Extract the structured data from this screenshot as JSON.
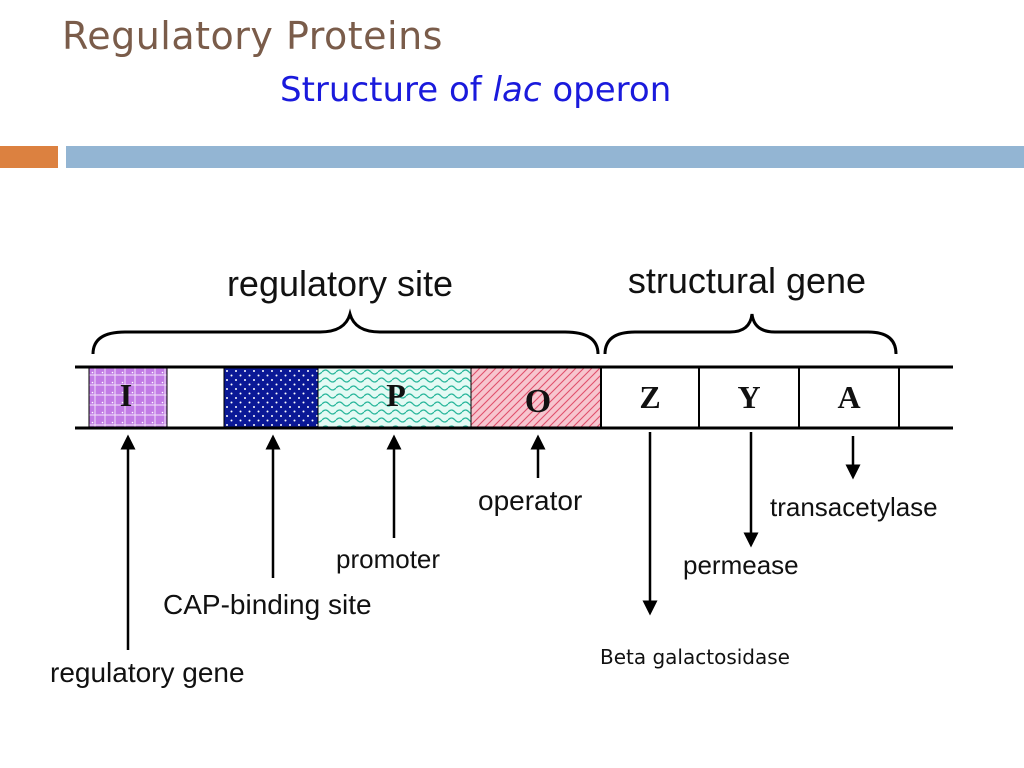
{
  "slide": {
    "title": "Regulatory Proteins",
    "subtitle_prefix": "Structure of ",
    "subtitle_italic": "lac",
    "subtitle_suffix": " operon",
    "accent_colors": {
      "orange": "#dc8140",
      "blue": "#93b5d3",
      "title": "#7a5c4a",
      "subtitle": "#1a1adc"
    }
  },
  "diagram": {
    "group_labels": {
      "regulatory_site": "regulatory site",
      "structural_gene": "structural gene"
    },
    "segments": {
      "I": {
        "label": "I",
        "color": "#c27be6"
      },
      "cap": {
        "label": "",
        "color": "#0a1896"
      },
      "P": {
        "label": "P",
        "color": "#aaeee0"
      },
      "O": {
        "label": "O",
        "color": "#f1a7b5"
      },
      "Z": {
        "label": "Z"
      },
      "Y": {
        "label": "Y"
      },
      "A": {
        "label": "A"
      }
    },
    "annotations": {
      "regulatory_gene": "regulatory gene",
      "cap_binding_site": "CAP-binding site",
      "promoter": "promoter",
      "operator": "operator",
      "beta_galactosidase": "Beta galactosidase",
      "permease": "permease",
      "transacetylase": "transacetylase"
    }
  }
}
